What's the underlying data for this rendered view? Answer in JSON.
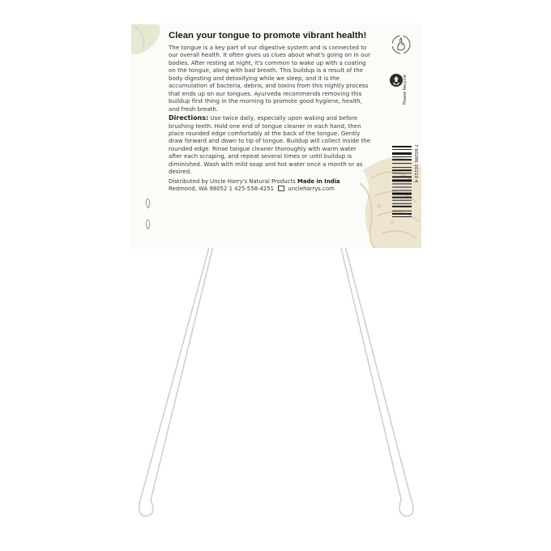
{
  "card": {
    "title": "Clean your tongue to promote vibrant health!",
    "intro": "The tongue is a key part of our digestive system and is connected to our overall health. It often gives us clues about what's going on in our bodies. After resting at night, it's common to wake up with a coating on the tongue, along with bad breath. This buildup is a result of the body digesting and detoxifying while we sleep, and it is the accumulation of bacteria, debris, and toxins from this nightly process that ends up on our tongues. Ayurveda recommends removing this buildup first thing in the morning to promote good hygiene, health, and fresh breath.",
    "directions_label": "Directions:",
    "directions": "Use twice daily, especially upon waking and before brushing teeth. Hold one end of tongue cleaner in each hand, then place rounded edge comfortably at the back of the tongue. Gently draw forward and down to tip of tongue. Buildup will collect inside the rounded edge. Rinse tongue cleaner thoroughly with warm water after each scraping, and repeat several times or until buildup is diminished. Wash with mild soap and hot water once a month or as desired.",
    "distributed_by": "Distributed by Uncle Harry's Natural Products",
    "made_in": "Made in India",
    "address": "Redmond, WA 98052 1 425-558-4251",
    "website": "uncleharrys.com",
    "recycle_label": "Please Recycle",
    "barcode_number": "7 60286 10110 4"
  },
  "colors": {
    "card_bg": "#fbfbf8",
    "leaf": "#dfe6cf",
    "wire": "#c8c8c8",
    "text": "#3c3c3c",
    "title": "#1e1e1e"
  },
  "icons": {
    "bunny": "cruelty-free-bunny-icon",
    "recycle": "recycle-icon",
    "mail": "mail-icon"
  }
}
